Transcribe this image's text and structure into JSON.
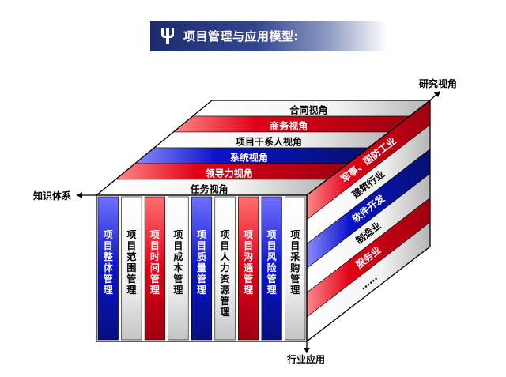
{
  "header": {
    "title": "项目管理与应用模型:",
    "icon": "pitchfork-logo-icon"
  },
  "axes": {
    "research": "研究视角",
    "knowledge": "知识体系",
    "industry": "行业应用"
  },
  "top_face": {
    "strips": [
      {
        "label": "合同视角",
        "color": "#ffffff",
        "text_color": "#000000"
      },
      {
        "label": "商务视角",
        "color": "#e00017",
        "text_color": "#ffffff"
      },
      {
        "label": "项目干系人视角",
        "color": "#ffffff",
        "text_color": "#000000"
      },
      {
        "label": "系统视角",
        "color": "#0a14c8",
        "text_color": "#ffffff"
      },
      {
        "label": "领导力视角",
        "color": "#e00017",
        "text_color": "#ffffff"
      },
      {
        "label": "任务视角",
        "color": "#ffffff",
        "text_color": "#000000"
      }
    ]
  },
  "front_face": {
    "columns": [
      {
        "label": "项目整体管理",
        "color": "#0a14c8",
        "text_color": "#ffffff"
      },
      {
        "label": "项目范围管理",
        "color": "#ffffff",
        "text_color": "#000000"
      },
      {
        "label": "项目时间管理",
        "color": "#e00017",
        "text_color": "#ffffff"
      },
      {
        "label": "项目成本管理",
        "color": "#ffffff",
        "text_color": "#000000"
      },
      {
        "label": "项目质量管理",
        "color": "#0a14c8",
        "text_color": "#ffffff"
      },
      {
        "label": "项目人力资源管理",
        "color": "#ffffff",
        "text_color": "#000000"
      },
      {
        "label": "项目沟通管理",
        "color": "#e00017",
        "text_color": "#ffffff"
      },
      {
        "label": "项目风险管理",
        "color": "#0a14c8",
        "text_color": "#ffffff"
      },
      {
        "label": "项目采购管理",
        "color": "#ffffff",
        "text_color": "#000000"
      }
    ]
  },
  "side_face": {
    "strips": [
      {
        "label": "军事、国防工业",
        "color": "#e00017",
        "text_color": "#ffffff"
      },
      {
        "label": "建筑行业",
        "color": "#ffffff",
        "text_color": "#000000"
      },
      {
        "label": "软件开发",
        "color": "#0a14c8",
        "text_color": "#ffffff"
      },
      {
        "label": "制造业",
        "color": "#ffffff",
        "text_color": "#000000"
      },
      {
        "label": "服务业",
        "color": "#e00017",
        "text_color": "#ffffff"
      },
      {
        "label": "……",
        "color": "#ffffff",
        "text_color": "#000000"
      }
    ]
  }
}
